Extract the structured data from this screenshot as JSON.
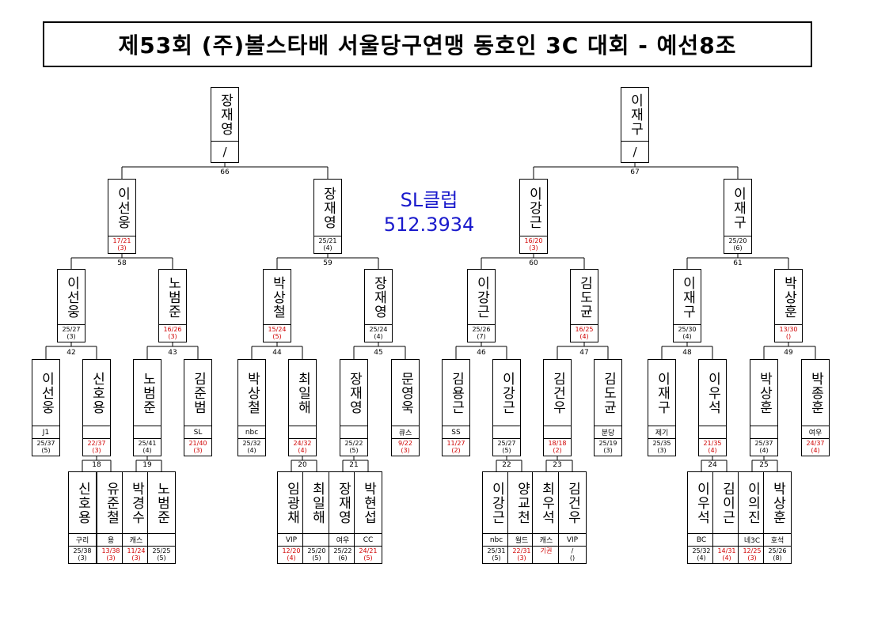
{
  "title": "제53회 (주)볼스타배 서울당구연맹 동호인 3C 대회 - 예선8조",
  "sponsor": {
    "name": "SL클럽",
    "phone": "512.3934"
  },
  "winners": [
    {
      "id": "w1",
      "name": "장재영",
      "mark": "/"
    },
    {
      "id": "w2",
      "name": "이재구",
      "mark": "/"
    }
  ],
  "match_numbers": [
    "66",
    "67",
    "58",
    "59",
    "60",
    "61",
    "42",
    "43",
    "44",
    "45",
    "46",
    "47",
    "48",
    "49",
    "18",
    "19",
    "20",
    "21",
    "22",
    "23",
    "24",
    "25"
  ],
  "round_a": [
    {
      "name": "이선웅",
      "score": "17/21",
      "inn": "(3)",
      "red": true
    },
    {
      "name": "장재영",
      "score": "25/21",
      "inn": "(4)",
      "red": false
    },
    {
      "name": "이강근",
      "score": "16/20",
      "inn": "(3)",
      "red": true
    },
    {
      "name": "이재구",
      "score": "25/20",
      "inn": "(6)",
      "red": false
    }
  ],
  "round_b": [
    {
      "name": "이선웅",
      "score": "25/27",
      "inn": "(3)",
      "red": false
    },
    {
      "name": "노범준",
      "score": "16/26",
      "inn": "(3)",
      "red": true
    },
    {
      "name": "박상철",
      "score": "15/24",
      "inn": "(5)",
      "red": true
    },
    {
      "name": "장재영",
      "score": "25/24",
      "inn": "(4)",
      "red": false
    },
    {
      "name": "이강근",
      "score": "25/26",
      "inn": "(7)",
      "red": false
    },
    {
      "name": "김도균",
      "score": "16/25",
      "inn": "(4)",
      "red": true
    },
    {
      "name": "이재구",
      "score": "25/30",
      "inn": "(4)",
      "red": false
    },
    {
      "name": "박상훈",
      "score": "13/30",
      "inn": "()",
      "red": true
    }
  ],
  "round_c": [
    {
      "name": "이선웅",
      "club": "J1",
      "score": "25/37",
      "inn": "(5)",
      "red": false
    },
    {
      "name": "신호용",
      "club": "",
      "score": "22/37",
      "inn": "(3)",
      "red": true
    },
    {
      "name": "노범준",
      "club": "",
      "score": "25/41",
      "inn": "(4)",
      "red": false
    },
    {
      "name": "김준범",
      "club": "SL",
      "score": "21/40",
      "inn": "(3)",
      "red": true
    },
    {
      "name": "박상철",
      "club": "nbc",
      "score": "25/32",
      "inn": "(4)",
      "red": false
    },
    {
      "name": "최일해",
      "club": "",
      "score": "24/32",
      "inn": "(4)",
      "red": true
    },
    {
      "name": "장재영",
      "club": "",
      "score": "25/22",
      "inn": "(5)",
      "red": false
    },
    {
      "name": "문영욱",
      "club": "큐스",
      "score": "9/22",
      "inn": "(3)",
      "red": true
    },
    {
      "name": "김용근",
      "club": "SS",
      "score": "11/27",
      "inn": "(2)",
      "red": true
    },
    {
      "name": "이강근",
      "club": "",
      "score": "25/27",
      "inn": "(5)",
      "red": false
    },
    {
      "name": "김건우",
      "club": "",
      "score": "18/18",
      "inn": "(2)",
      "red": true
    },
    {
      "name": "김도균",
      "club": "분당",
      "score": "25/19",
      "inn": "(3)",
      "red": false
    },
    {
      "name": "이재구",
      "club": "제기",
      "score": "25/35",
      "inn": "(3)",
      "red": false
    },
    {
      "name": "이우석",
      "club": "",
      "score": "21/35",
      "inn": "(4)",
      "red": true
    },
    {
      "name": "박상훈",
      "club": "",
      "score": "25/37",
      "inn": "(4)",
      "red": false
    },
    {
      "name": "박종훈",
      "club": "여우",
      "score": "24/37",
      "inn": "(4)",
      "red": true
    }
  ],
  "round_d": [
    {
      "name": "신호용",
      "club": "구리",
      "score": "25/38",
      "inn": "(3)",
      "red": false
    },
    {
      "name": "유준철",
      "club": "용",
      "score": "13/38",
      "inn": "(3)",
      "red": true
    },
    {
      "name": "박경수",
      "club": "캐스",
      "score": "11/24",
      "inn": "(3)",
      "red": true
    },
    {
      "name": "노범준",
      "club": "",
      "score": "25/25",
      "inn": "(5)",
      "red": false
    },
    {
      "name": "임광채",
      "club": "VIP",
      "score": "12/20",
      "inn": "(4)",
      "red": true
    },
    {
      "name": "최일해",
      "club": "",
      "score": "25/20",
      "inn": "(5)",
      "red": false
    },
    {
      "name": "장재영",
      "club": "여우",
      "score": "25/22",
      "inn": "(6)",
      "red": false
    },
    {
      "name": "박현섭",
      "club": "CC",
      "score": "24/21",
      "inn": "(5)",
      "red": true
    },
    {
      "name": "이강근",
      "club": "nbc",
      "score": "25/31",
      "inn": "(5)",
      "red": false
    },
    {
      "name": "양교천",
      "club": "월드",
      "score": "22/31",
      "inn": "(3)",
      "red": true
    },
    {
      "name": "최우석",
      "club": "캐스",
      "score": "기권",
      "inn": "",
      "red": true
    },
    {
      "name": "김건우",
      "club": "VIP",
      "score": "/",
      "inn": "()",
      "red": false
    },
    {
      "name": "이우석",
      "club": "BC",
      "score": "25/32",
      "inn": "(4)",
      "red": false
    },
    {
      "name": "김이근",
      "club": "",
      "score": "14/31",
      "inn": "(4)",
      "red": true
    },
    {
      "name": "이의진",
      "club": "네3C",
      "score": "12/25",
      "inn": "(3)",
      "red": true
    },
    {
      "name": "박상훈",
      "club": "호석",
      "score": "25/26",
      "inn": "(8)",
      "red": false
    }
  ]
}
